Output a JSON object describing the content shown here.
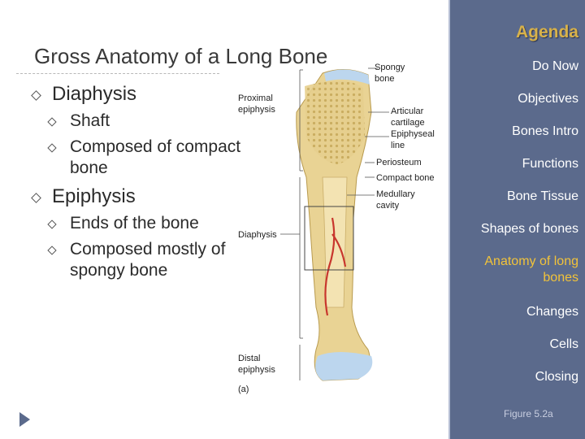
{
  "slide": {
    "title": "Gross Anatomy of a Long Bone",
    "bullets": [
      {
        "text": "Diaphysis",
        "sub": [
          "Shaft",
          "Composed of compact bone"
        ]
      },
      {
        "text": "Epiphysis",
        "sub": [
          "Ends of the bone",
          "Composed mostly of spongy bone"
        ]
      }
    ]
  },
  "figure": {
    "labels": {
      "spongy_bone": [
        "Spongy",
        "bone"
      ],
      "proximal_epiphysis": [
        "Proximal",
        "epiphysis"
      ],
      "articular_cartilage": [
        "Articular",
        "cartilage"
      ],
      "epiphyseal_line": [
        "Epiphyseal",
        "line"
      ],
      "periosteum": "Periosteum",
      "compact_bone": "Compact bone",
      "medullary_cavity": [
        "Medullary",
        "cavity"
      ],
      "diaphysis": "Diaphysis",
      "distal_epiphysis": [
        "Distal",
        "epiphysis"
      ],
      "panel": "(a)"
    },
    "colors": {
      "bone": "#e9d394",
      "cartilage": "#bcd6ee",
      "artery": "#c8362d"
    }
  },
  "agenda": {
    "title": "Agenda",
    "items": [
      "Do Now",
      "Objectives",
      "Bones Intro",
      "Functions",
      "Bone Tissue",
      "Shapes of bones",
      "Anatomy of long bones",
      "Changes",
      "Cells",
      "Closing"
    ],
    "active_index": 6,
    "figure_ref": "Figure 5.2a",
    "colors": {
      "panel": "#5b6a8c",
      "active": "#f2c33a",
      "title": "#d8b24a"
    }
  }
}
